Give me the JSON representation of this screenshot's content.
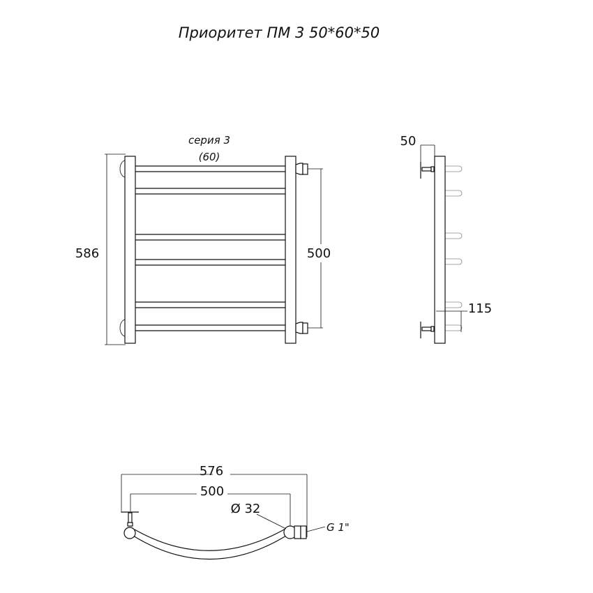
{
  "title": "Приоритет ПМ 3 50*60*50",
  "front_view": {
    "series_label": "серия 3",
    "series_sub": "(60)",
    "height_dim": "586",
    "center_dim": "500"
  },
  "side_view": {
    "wall_dim": "50",
    "depth_dim": "115"
  },
  "top_view": {
    "overall_width_dim": "576",
    "center_dim": "500",
    "pipe_diameter": "Ø 32",
    "thread": "G 1\""
  }
}
